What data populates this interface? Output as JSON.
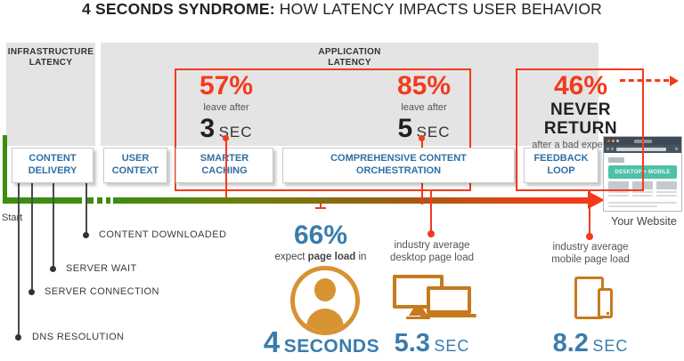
{
  "title": {
    "bold": "4 SECONDS SYNDROME:",
    "regular": " HOW LATENCY IMPACTS USER BEHAVIOR"
  },
  "panels": {
    "infrastructure": "INFRASTRUCTURE LATENCY",
    "application": "APPLICATION LATENCY"
  },
  "stages": [
    {
      "label": "CONTENT DELIVERY"
    },
    {
      "label": "USER CONTEXT"
    },
    {
      "label": "SMARTER CACHING"
    },
    {
      "label": "COMPREHENSIVE CONTENT ORCHESTRATION"
    },
    {
      "label": "FEEDBACK LOOP"
    }
  ],
  "callouts": {
    "three": {
      "pct": "57%",
      "sub": "leave after",
      "num": "3",
      "unit": "SEC"
    },
    "five": {
      "pct": "85%",
      "sub": "leave after",
      "num": "5",
      "unit": "SEC"
    },
    "never": {
      "pct": "46%",
      "title": "NEVER RETURN",
      "sub": "after a bad experience"
    }
  },
  "timeline": {
    "start": "Start",
    "milestones": [
      {
        "label": "CONTENT DOWNLOADED"
      },
      {
        "label": "SERVER WAIT"
      },
      {
        "label": "SERVER CONNECTION"
      },
      {
        "label": "DNS RESOLUTION"
      }
    ]
  },
  "stats": {
    "expect": {
      "pct": "66%",
      "pre": "expect ",
      "bold": "page load",
      "post": " in",
      "value": "4",
      "unit": "SECONDS"
    },
    "desktop": {
      "line1": "industry average",
      "line2": "desktop page load",
      "value": "5.3",
      "unit": "SEC"
    },
    "mobile": {
      "line1": "industry average",
      "line2": "mobile page load",
      "value": "8.2",
      "unit": "SEC"
    }
  },
  "website": {
    "caption": "Your Website",
    "banner": "DESKTOP + MOBILE"
  },
  "colors": {
    "red": "#f43a1d",
    "blue": "#3a7cad",
    "box_label_blue": "#2f6fa3",
    "device_orange": "#c77a1e",
    "person_orange": "#d79232",
    "green": "#3e8c12",
    "panel_gray": "#e4e4e4",
    "teal": "#4fc0a8",
    "dark_text": "#2b2b2b"
  }
}
